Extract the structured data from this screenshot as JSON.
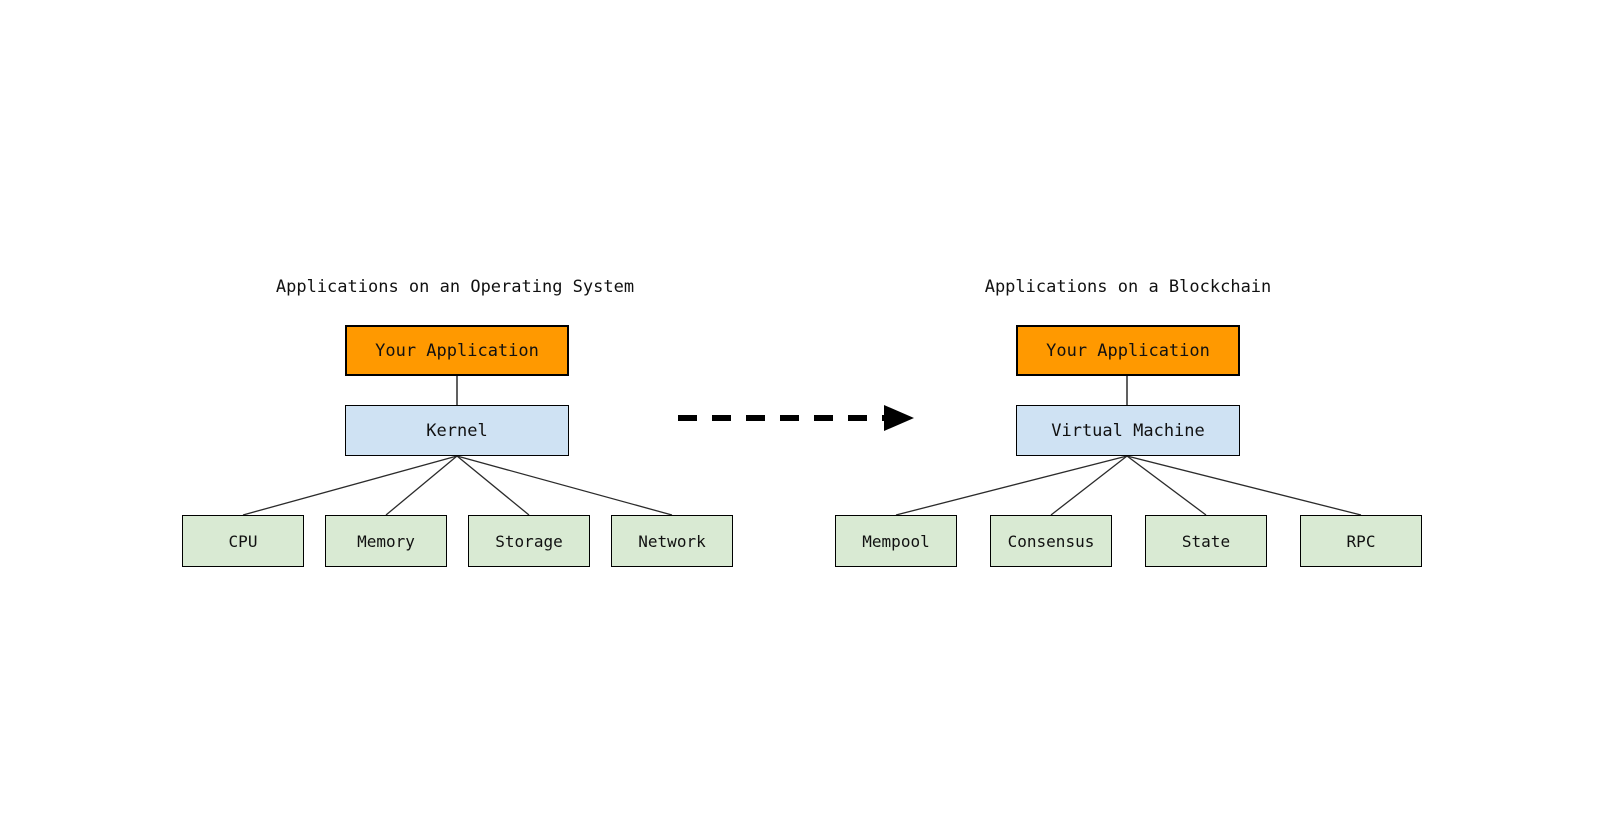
{
  "diagram": {
    "left": {
      "title": "Applications on an Operating System",
      "top_node": "Your Application",
      "middle_node": "Kernel",
      "children": [
        "CPU",
        "Memory",
        "Storage",
        "Network"
      ]
    },
    "right": {
      "title": "Applications on a Blockchain",
      "top_node": "Your Application",
      "middle_node": "Virtual Machine",
      "children": [
        "Mempool",
        "Consensus",
        "State",
        "RPC"
      ]
    },
    "arrow": {
      "style": "dashed",
      "direction": "right",
      "meaning": "operating-system-concepts map to blockchain-concepts"
    },
    "colors": {
      "app_fill": "#ff9900",
      "layer_fill": "#cfe2f3",
      "child_fill": "#d9ead3",
      "border": "#000000",
      "line": "#2b2b2b",
      "arrow": "#000000",
      "background": "#ffffff"
    }
  }
}
